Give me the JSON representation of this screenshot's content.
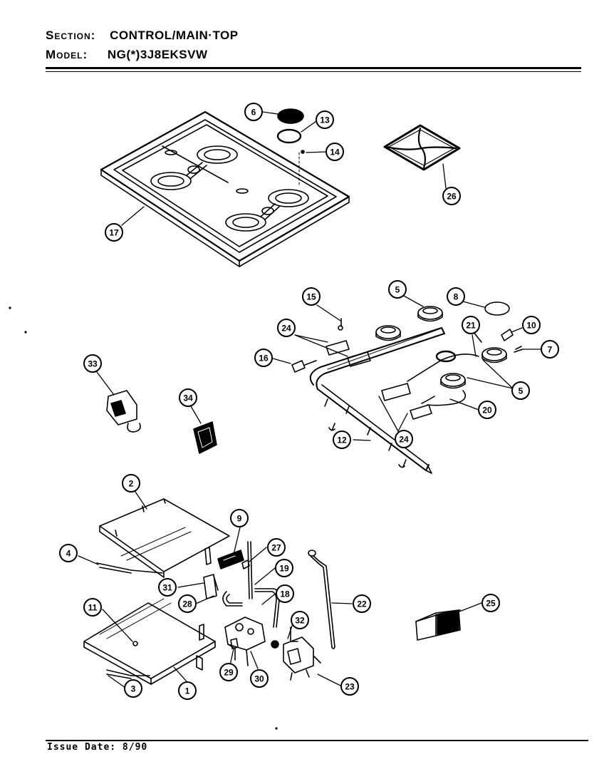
{
  "header": {
    "section_label": "Section:",
    "section_value": "CONTROL/MAIN·TOP",
    "model_label": "Model:",
    "model_value": "NG(*)3J8EKSVW"
  },
  "footer": {
    "issue_date": "Issue Date: 8/90"
  },
  "callouts": [
    {
      "id": "c6",
      "num": "6"
    },
    {
      "id": "c13",
      "num": "13"
    },
    {
      "id": "c14",
      "num": "14"
    },
    {
      "id": "c17",
      "num": "17"
    },
    {
      "id": "c26",
      "num": "26"
    },
    {
      "id": "c15",
      "num": "15"
    },
    {
      "id": "c5a",
      "num": "5"
    },
    {
      "id": "c8",
      "num": "8"
    },
    {
      "id": "c24a",
      "num": "24"
    },
    {
      "id": "c21",
      "num": "21"
    },
    {
      "id": "c10",
      "num": "10"
    },
    {
      "id": "c16",
      "num": "16"
    },
    {
      "id": "c7",
      "num": "7"
    },
    {
      "id": "c5b",
      "num": "5"
    },
    {
      "id": "c33",
      "num": "33"
    },
    {
      "id": "c34",
      "num": "34"
    },
    {
      "id": "c20",
      "num": "20"
    },
    {
      "id": "c24b",
      "num": "24"
    },
    {
      "id": "c12",
      "num": "12"
    },
    {
      "id": "c2",
      "num": "2"
    },
    {
      "id": "c9",
      "num": "9"
    },
    {
      "id": "c27",
      "num": "27"
    },
    {
      "id": "c4",
      "num": "4"
    },
    {
      "id": "c19",
      "num": "19"
    },
    {
      "id": "c31",
      "num": "31"
    },
    {
      "id": "c18",
      "num": "18"
    },
    {
      "id": "c28",
      "num": "28"
    },
    {
      "id": "c11",
      "num": "11"
    },
    {
      "id": "c22",
      "num": "22"
    },
    {
      "id": "c25",
      "num": "25"
    },
    {
      "id": "c32",
      "num": "32"
    },
    {
      "id": "c29",
      "num": "29"
    },
    {
      "id": "c30",
      "num": "30"
    },
    {
      "id": "c23",
      "num": "23"
    },
    {
      "id": "c3",
      "num": "3"
    },
    {
      "id": "c1",
      "num": "1"
    }
  ]
}
